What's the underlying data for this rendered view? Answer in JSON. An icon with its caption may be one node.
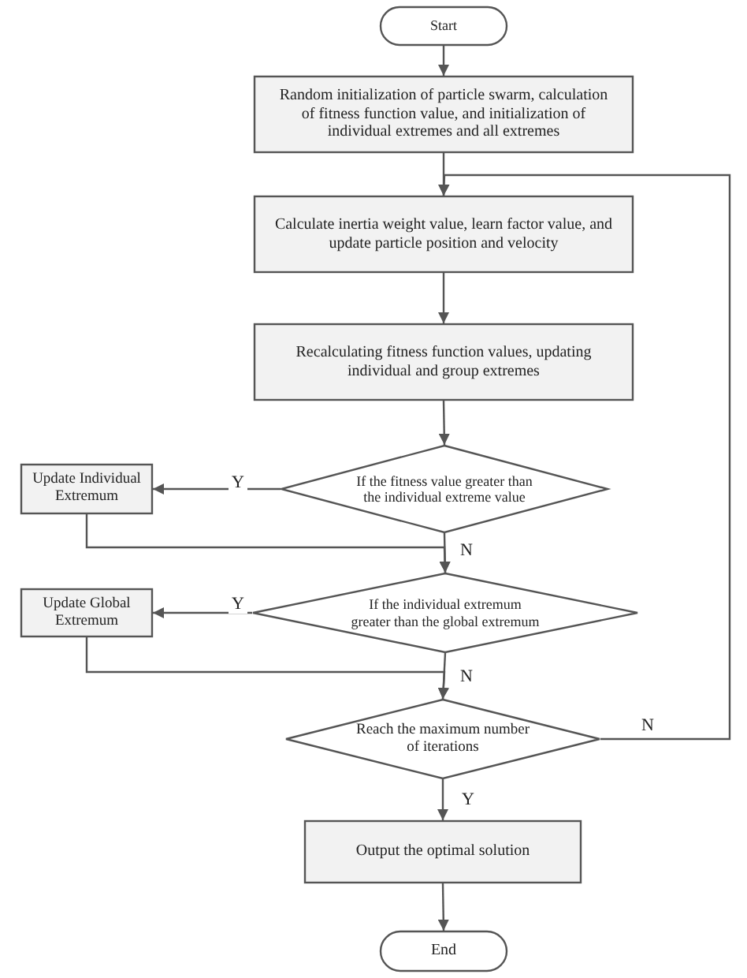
{
  "diagram": {
    "nodes": [
      {
        "text": [
          "Start"
        ]
      },
      {
        "text": [
          "Random initialization of particle swarm, calculation of fitness function value, and initialization of individual extremes and all extremes"
        ]
      },
      {
        "text": [
          "Calculate inertia weight value, learn factor value, and update particle position and velocity"
        ]
      },
      {
        "text": [
          "Recalculating fitness function values, updating individual and group extremes"
        ]
      },
      {
        "text": [
          "If the fitness value greater than the individual extreme value"
        ]
      },
      {
        "text": [
          "Update Individual Extremum"
        ]
      },
      {
        "text": [
          "If the individual extremum greater than the global extremum"
        ]
      },
      {
        "text": [
          "Update Global Extremum"
        ]
      },
      {
        "text": [
          "Reach the maximum number of iterations"
        ]
      },
      {
        "text": [
          "Output the optimal solution"
        ]
      },
      {
        "text": [
          "End"
        ]
      }
    ],
    "edges": [
      {
        "from": 0,
        "to": 1,
        "arrow": "to"
      },
      {
        "from": 1,
        "to": 2,
        "arrow": "to"
      },
      {
        "from": 2,
        "to": 3,
        "arrow": "to"
      },
      {
        "from": 3,
        "to": 4,
        "arrow": "to"
      },
      {
        "from": 4,
        "to": 5,
        "arrow": "to",
        "label": "Y"
      },
      {
        "from": 5,
        "to": 6,
        "arrow": "to"
      },
      {
        "from": 4,
        "to": 6,
        "arrow": "to",
        "label": "N"
      },
      {
        "from": 6,
        "to": 7,
        "arrow": "to",
        "label": "Y"
      },
      {
        "from": 7,
        "to": 8,
        "arrow": "to"
      },
      {
        "from": 6,
        "to": 8,
        "arrow": "to",
        "label": "N"
      },
      {
        "from": 8,
        "to": 9,
        "arrow": "to",
        "label": "Y"
      },
      {
        "from": 8,
        "to": 2,
        "arrow": "to",
        "label": "N"
      },
      {
        "from": 9,
        "to": 10,
        "arrow": "to"
      }
    ]
  }
}
